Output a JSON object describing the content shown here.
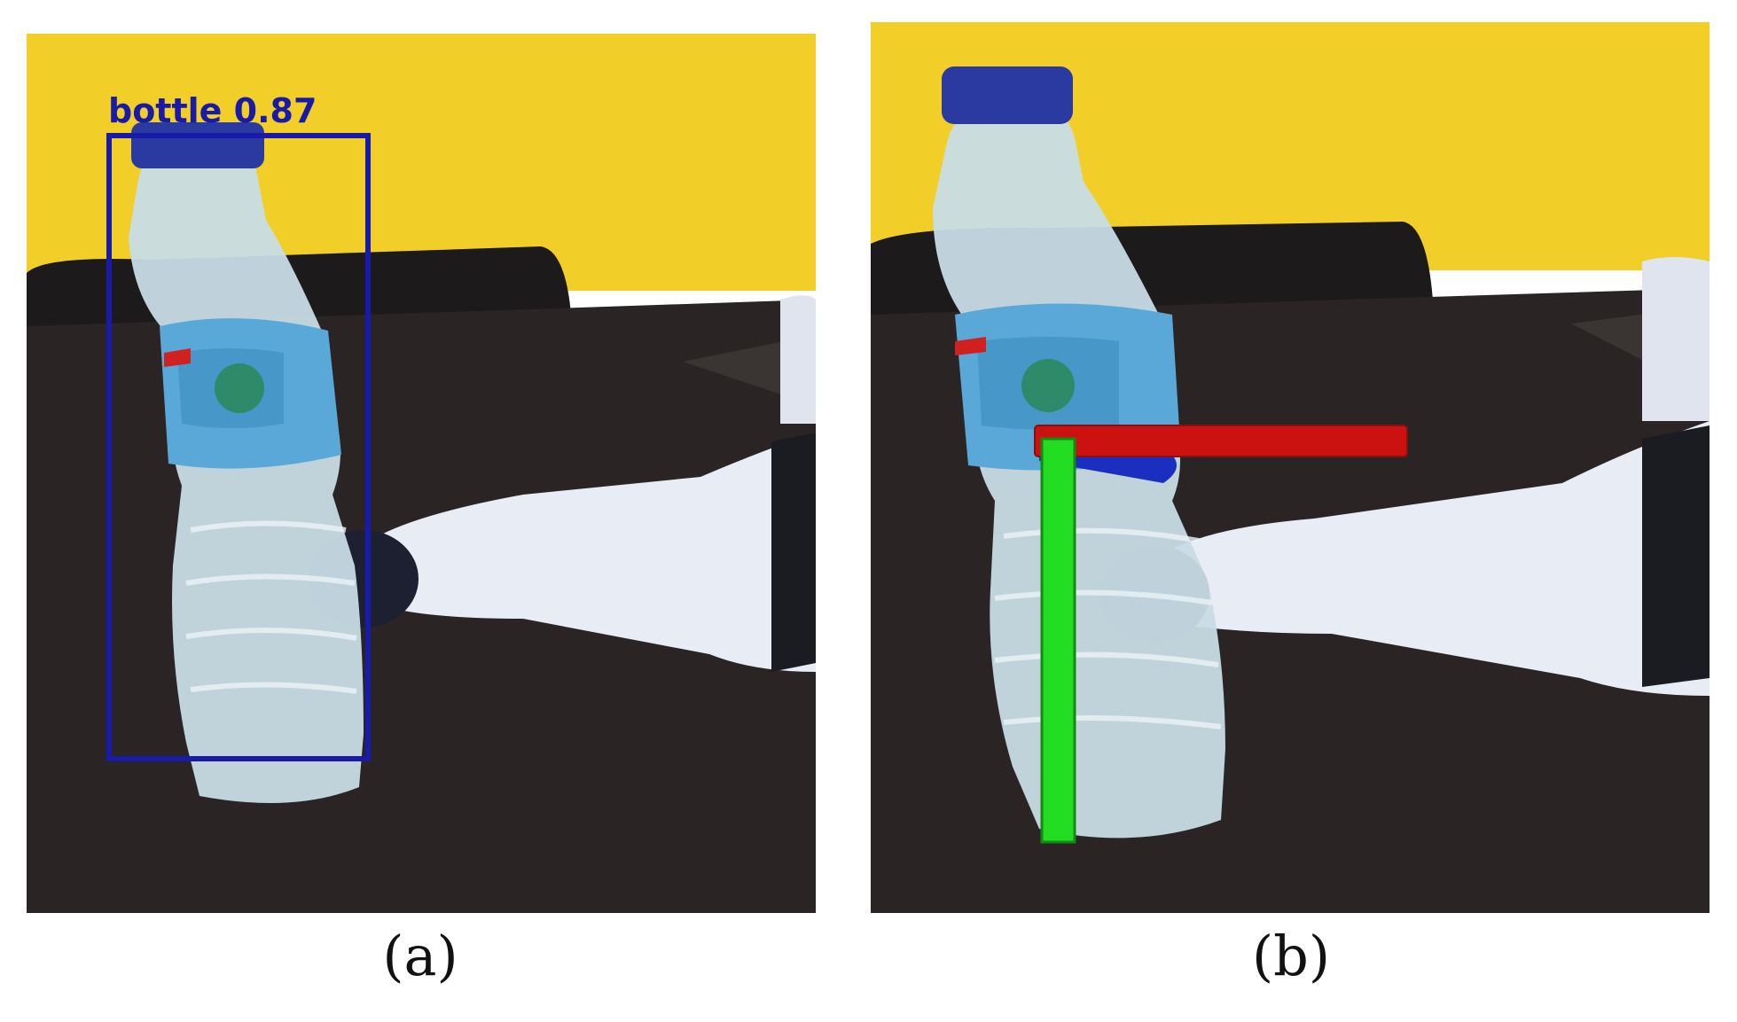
{
  "panels": [
    {
      "id": "a",
      "caption": "(a)",
      "detection": {
        "label": "bottle 0.87",
        "box_color": "#1a1aa8"
      }
    },
    {
      "id": "b",
      "caption": "(b)",
      "axes_colors": {
        "x": "#cc1111",
        "y": "#22dd22",
        "z": "#1a2fbf"
      }
    }
  ],
  "colors": {
    "wall": "#f2cf28",
    "table": "#2a2524",
    "bottle_cap": "#2a3aa0",
    "label_band": "#5aa8d8",
    "robot_arm": "#e8ecf4"
  }
}
